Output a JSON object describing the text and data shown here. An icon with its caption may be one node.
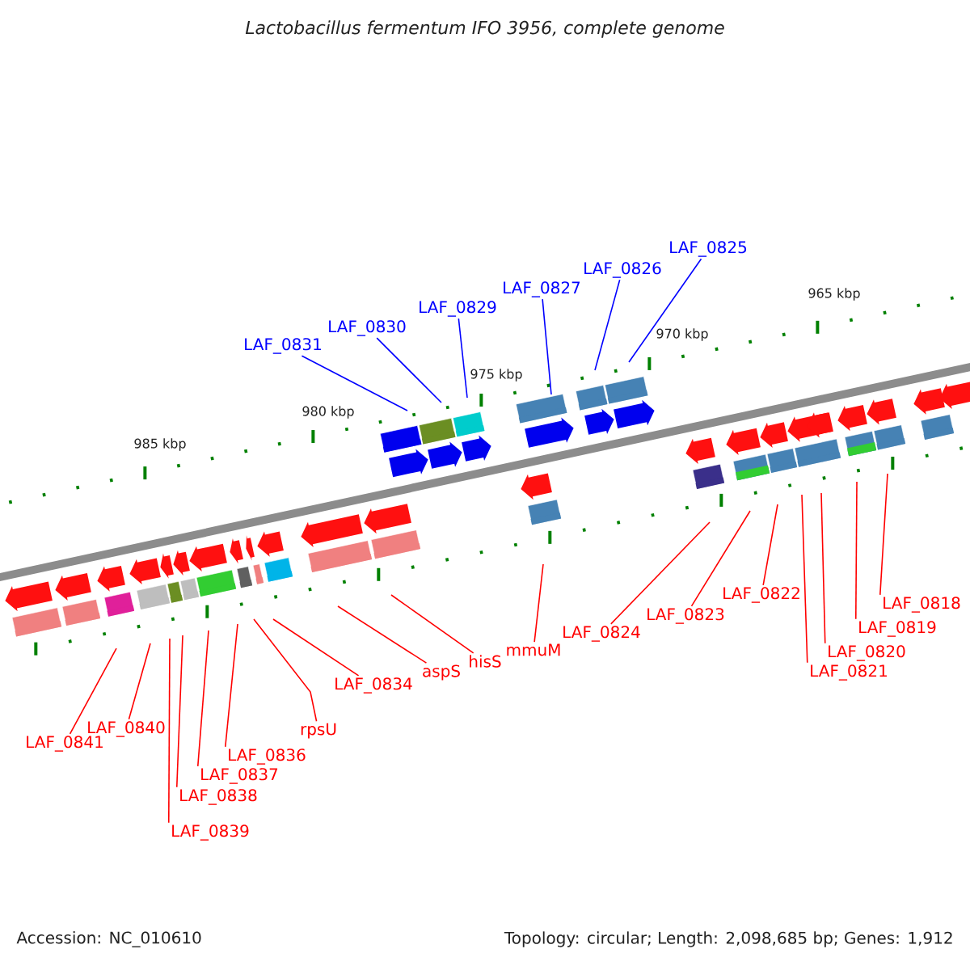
{
  "diagram": {
    "title": "Lactobacillus fermentum IFO 3956, complete genome",
    "nodes": [
      {
        "text": [
          "LAF_0831"
        ]
      },
      {
        "text": [
          "LAF_0830"
        ]
      },
      {
        "text": [
          "LAF_0829"
        ]
      },
      {
        "text": [
          "LAF_0827"
        ]
      },
      {
        "text": [
          "LAF_0826"
        ]
      },
      {
        "text": [
          "LAF_0825"
        ]
      },
      {
        "text": [
          "LAF_0841"
        ]
      },
      {
        "text": [
          "LAF_0840"
        ]
      },
      {
        "text": [
          "LAF_0839"
        ]
      },
      {
        "text": [
          "LAF_0838"
        ]
      },
      {
        "text": [
          "LAF_0837"
        ]
      },
      {
        "text": [
          "LAF_0836"
        ]
      },
      {
        "text": [
          "rpsU"
        ]
      },
      {
        "text": [
          "LAF_0834"
        ]
      },
      {
        "text": [
          "aspS"
        ]
      },
      {
        "text": [
          "hisS"
        ]
      },
      {
        "text": [
          "mmuM"
        ]
      },
      {
        "text": [
          "LAF_0824"
        ]
      },
      {
        "text": [
          "LAF_0823"
        ]
      },
      {
        "text": [
          "LAF_0822"
        ]
      },
      {
        "text": [
          "LAF_0821"
        ]
      },
      {
        "text": [
          "LAF_0820"
        ]
      },
      {
        "text": [
          "LAF_0819"
        ]
      },
      {
        "text": [
          "LAF_0818"
        ]
      }
    ],
    "edges": [
      {
        "from": 0,
        "to": null,
        "arrow": "none",
        "color": "#0000ff"
      },
      {
        "from": 1,
        "to": null,
        "arrow": "none",
        "color": "#0000ff"
      },
      {
        "from": 2,
        "to": null,
        "arrow": "none",
        "color": "#0000ff"
      },
      {
        "from": 3,
        "to": null,
        "arrow": "none",
        "color": "#0000ff"
      },
      {
        "from": 4,
        "to": null,
        "arrow": "none",
        "color": "#0000ff"
      },
      {
        "from": 5,
        "to": null,
        "arrow": "none",
        "color": "#0000ff"
      },
      {
        "from": 6,
        "to": null,
        "arrow": "none"
      },
      {
        "from": 7,
        "to": null,
        "arrow": "none"
      },
      {
        "from": 8,
        "to": null,
        "arrow": "none"
      },
      {
        "from": 9,
        "to": null,
        "arrow": "none"
      },
      {
        "from": 10,
        "to": null,
        "arrow": "none"
      },
      {
        "from": 11,
        "to": null,
        "arrow": "none"
      },
      {
        "from": 12,
        "to": null,
        "arrow": "none"
      },
      {
        "from": 13,
        "to": null,
        "arrow": "none"
      },
      {
        "from": 14,
        "to": null,
        "arrow": "none"
      },
      {
        "from": 15,
        "to": null,
        "arrow": "none"
      },
      {
        "from": 16,
        "to": null,
        "arrow": "none"
      },
      {
        "from": 17,
        "to": null,
        "arrow": "none"
      },
      {
        "from": 18,
        "to": null,
        "arrow": "none"
      },
      {
        "from": 19,
        "to": null,
        "arrow": "none"
      },
      {
        "from": 20,
        "to": null,
        "arrow": "none"
      },
      {
        "from": 21,
        "to": null,
        "arrow": "none"
      },
      {
        "from": 22,
        "to": null,
        "arrow": "none"
      },
      {
        "from": 23,
        "to": null,
        "arrow": "none"
      }
    ],
    "labels": [
      "965 kbp",
      "970 kbp",
      "975 kbp",
      "980 kbp",
      "985 kbp",
      "Accession: NC_010610",
      "Topology: circular; Length: 2,098,685 bp; Genes: 1,912"
    ]
  }
}
